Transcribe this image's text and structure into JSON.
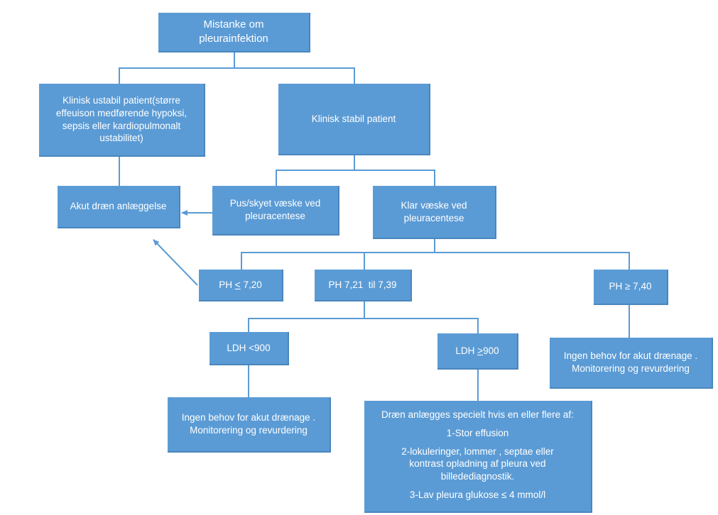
{
  "nodes": {
    "mistanke": {
      "l1": "Mistanke om",
      "l2": "pleurainfektion"
    },
    "ustabil": {
      "l1": "Klinisk ustabil patient(større",
      "l2": "effeuison medførende hypoksi,",
      "l3": "sepsis eller kardiopulmonalt",
      "l4": "ustabilitet)"
    },
    "stabil": {
      "l1": "Klinisk stabil patient"
    },
    "akut_draen": {
      "l1": "Akut dræn anlæggelse"
    },
    "pus": {
      "l1": "Pus/skyet væske ved",
      "l2": "pleuracentese"
    },
    "klar": {
      "l1": "Klar væske ved",
      "l2": "pleuracentese"
    },
    "ph_low": {
      "pre": "PH ",
      "sym": "<",
      "post": " 7,20"
    },
    "ph_mid": {
      "l1": "PH 7,21  til 7,39"
    },
    "ph_high": {
      "l1": "PH ≥ 7,40"
    },
    "ldh_low": {
      "l1": "LDH <900"
    },
    "ldh_high": {
      "pre": "LDH ",
      "sym": ">",
      "post": "900"
    },
    "ingen_right": {
      "l1": "Ingen behov for akut drænage .",
      "l2": "Monitorering og revurdering"
    },
    "ingen_left": {
      "l1": "Ingen behov for akut drænage .",
      "l2": "Monitorering og revurdering"
    },
    "draen_list": {
      "header": "Dræn anlægges specielt hvis en eller flere af:",
      "item1": "1-Stor effusion",
      "item2_l1": "2-lokuleringer, lommer , septae eller",
      "item2_l2": "kontrast opladning af pleura ved",
      "item2_l3": "billedediagnostik.",
      "item3": "3-Lav pleura glukose ≤ 4 mmol/l"
    }
  },
  "colors": {
    "box_fill": "#5b9bd5",
    "connector": "#5b9bd5",
    "text": "#ffffff"
  }
}
